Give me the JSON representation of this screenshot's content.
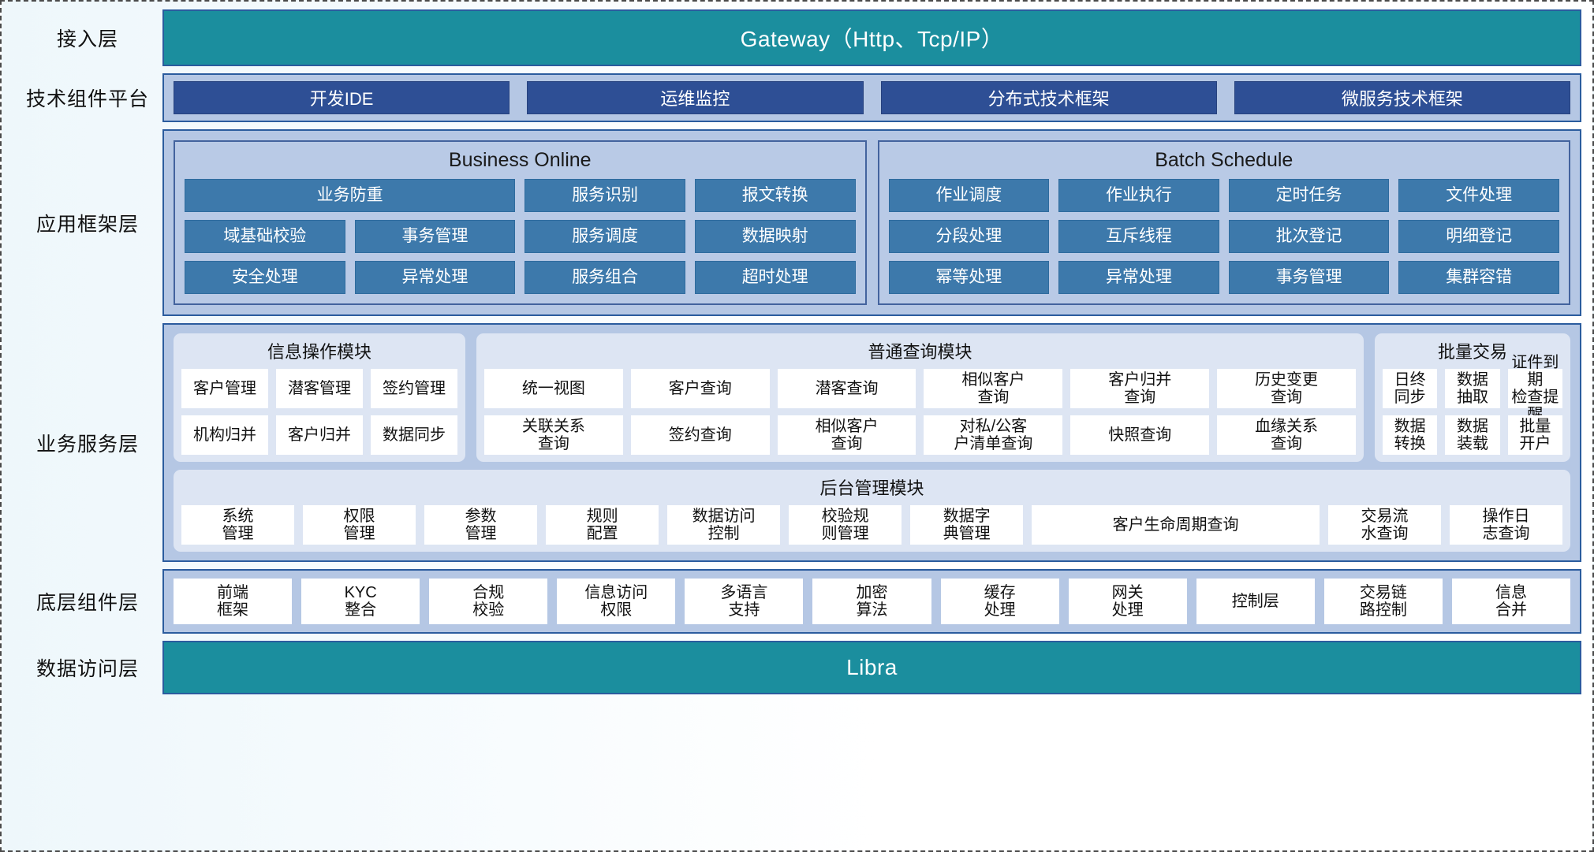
{
  "layers": {
    "access": {
      "label": "接入层",
      "bar": "Gateway（Http、Tcp/IP）"
    },
    "tech": {
      "label": "技术组件平台",
      "items": [
        "开发IDE",
        "运维监控",
        "分布式技术框架",
        "微服务技术框架"
      ]
    },
    "appframe": {
      "label": "应用框架层",
      "groups": [
        {
          "title": "Business Online",
          "cells": [
            {
              "text": "业务防重",
              "span": 2
            },
            {
              "text": "服务识别",
              "span": 1
            },
            {
              "text": "报文转换",
              "span": 1
            },
            {
              "text": "域基础校验",
              "span": 1
            },
            {
              "text": "事务管理",
              "span": 1
            },
            {
              "text": "服务调度",
              "span": 1
            },
            {
              "text": "数据映射",
              "span": 1
            },
            {
              "text": "安全处理",
              "span": 1
            },
            {
              "text": "异常处理",
              "span": 1
            },
            {
              "text": "服务组合",
              "span": 1
            },
            {
              "text": "超时处理",
              "span": 1
            }
          ]
        },
        {
          "title": "Batch Schedule",
          "cells": [
            {
              "text": "作业调度",
              "span": 1
            },
            {
              "text": "作业执行",
              "span": 1
            },
            {
              "text": "定时任务",
              "span": 1
            },
            {
              "text": "文件处理",
              "span": 1
            },
            {
              "text": "分段处理",
              "span": 1
            },
            {
              "text": "互斥线程",
              "span": 1
            },
            {
              "text": "批次登记",
              "span": 1
            },
            {
              "text": "明细登记",
              "span": 1
            },
            {
              "text": "幂等处理",
              "span": 1
            },
            {
              "text": "异常处理",
              "span": 1
            },
            {
              "text": "事务管理",
              "span": 1
            },
            {
              "text": "集群容错",
              "span": 1
            }
          ]
        }
      ]
    },
    "bizservice": {
      "label": "业务服务层",
      "modules": [
        {
          "name": "info-operation",
          "title": "信息操作模块",
          "cells": [
            "客户管理",
            "潜客管理",
            "签约管理",
            "机构归并",
            "客户归并",
            "数据同步"
          ]
        },
        {
          "name": "common-query",
          "title": "普通查询模块",
          "cells": [
            "统一视图",
            "客户查询",
            "潜客查询",
            "相似客户\n查询",
            "客户归并\n查询",
            "历史变更\n查询",
            "关联关系\n查询",
            "签约查询",
            "相似客户\n查询",
            "对私/公客\n户清单查询",
            "快照查询",
            "血缘关系\n查询"
          ]
        },
        {
          "name": "batch-transaction",
          "title": "批量交易",
          "cells": [
            "日终\n同步",
            "数据\n抽取",
            "证件到期\n检查提醒",
            "数据\n转换",
            "数据\n装载",
            "批量\n开户"
          ]
        }
      ],
      "admin": {
        "title": "后台管理模块",
        "cells": [
          "系统\n管理",
          "权限\n管理",
          "参数\n管理",
          "规则\n配置",
          "数据访问\n控制",
          "校验规\n则管理",
          "数据字\n典管理",
          "客户生命周期查询",
          "交易流\n水查询",
          "操作日\n志查询"
        ]
      }
    },
    "basecomp": {
      "label": "底层组件层",
      "cells": [
        "前端\n框架",
        "KYC\n整合",
        "合规\n校验",
        "信息访问\n权限",
        "多语言\n支持",
        "加密\n算法",
        "缓存\n处理",
        "网关\n处理",
        "控制层",
        "交易链\n路控制",
        "信息\n合并"
      ]
    },
    "dataaccess": {
      "label": "数据访问层",
      "bar": "Libra"
    }
  },
  "colors": {
    "teal": "#1b8e9e",
    "panel_blue": "#b5c7e4",
    "dark_button": "#2e4f95",
    "cell_blue": "#3d79ab",
    "module_bg": "#dde5f3",
    "border_blue": "#2b5c9e"
  }
}
